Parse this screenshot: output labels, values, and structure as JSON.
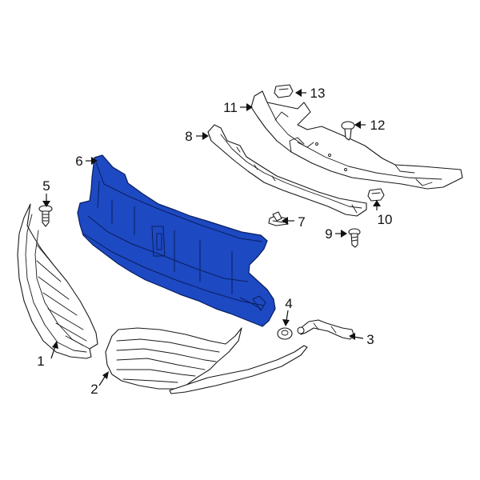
{
  "diagram": {
    "highlight_color": "#1d49c2",
    "callouts": [
      {
        "id": "c1",
        "label": "1"
      },
      {
        "id": "c2",
        "label": "2"
      },
      {
        "id": "c3",
        "label": "3"
      },
      {
        "id": "c4",
        "label": "4"
      },
      {
        "id": "c5",
        "label": "5"
      },
      {
        "id": "c6",
        "label": "6"
      },
      {
        "id": "c7",
        "label": "7"
      },
      {
        "id": "c8",
        "label": "8"
      },
      {
        "id": "c9",
        "label": "9"
      },
      {
        "id": "c10",
        "label": "10"
      },
      {
        "id": "c11",
        "label": "11"
      },
      {
        "id": "c12",
        "label": "12"
      },
      {
        "id": "c13",
        "label": "13"
      }
    ]
  }
}
